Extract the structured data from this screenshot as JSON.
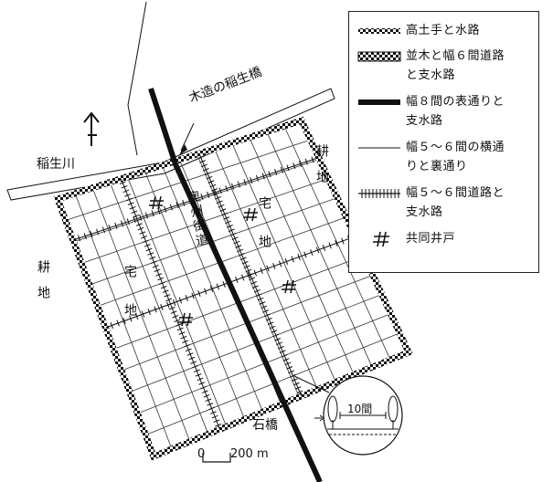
{
  "map": {
    "labels": {
      "bridge": "木造の稲生橋",
      "river": "稲生川",
      "road": "奥州街道",
      "stone_bridge": "石橋",
      "farmland_left": "耕地",
      "farmland_right": "耕地",
      "residential_left": "宅地",
      "residential_right": "宅地",
      "scale_zero": "0",
      "scale_len": "200 m",
      "inset_width": "10間"
    }
  },
  "legend": {
    "items": [
      {
        "symbol": "checkered-dense",
        "text": "高土手と水路"
      },
      {
        "symbol": "checkered-band",
        "text": "並木と幅６間道路\nと支水路"
      },
      {
        "symbol": "thick-line",
        "text": "幅８間の表通りと\n支水路"
      },
      {
        "symbol": "thin-line",
        "text": "幅５～６間の横通\nりと裏通り"
      },
      {
        "symbol": "hatched-line",
        "text": "幅５～６間道路と\n支水路"
      },
      {
        "symbol": "well",
        "text": "共同井戸"
      }
    ]
  },
  "colors": {
    "ink": "#111111",
    "paper": "#ffffff"
  }
}
